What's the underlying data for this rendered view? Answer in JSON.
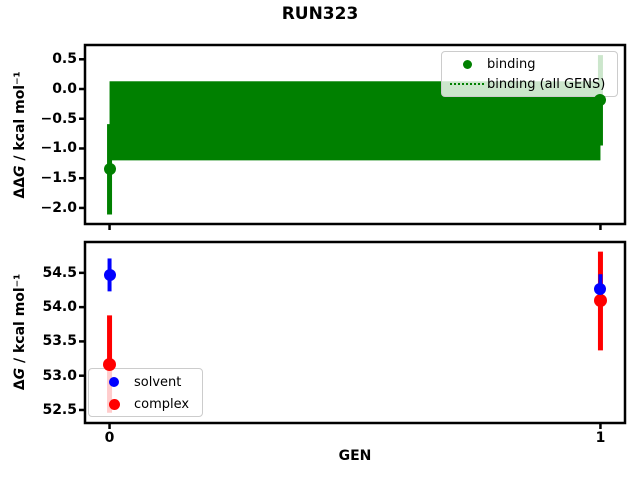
{
  "title": "RUN323",
  "xlabel": "GEN",
  "background_color": "#ffffff",
  "colors": {
    "binding": "#008000",
    "solvent": "#0000ff",
    "complex": "#ff0000",
    "axes": "#000000",
    "legend_border": "#cccccc"
  },
  "chart_data": [
    {
      "type": "scatter",
      "panel": "top",
      "ylabel": "ΔΔG / kcal mol⁻¹",
      "ylabel_parts": {
        "prefix": "ΔΔ",
        "symbol": "G",
        "suffix": " / kcal mol⁻¹"
      },
      "xlim": [
        -0.05,
        1.05
      ],
      "ylim": [
        -2.27,
        0.74
      ],
      "grid": false,
      "yticks": [
        {
          "value": 0.5,
          "label": "0.5"
        },
        {
          "value": 0.0,
          "label": "0.0"
        },
        {
          "value": -0.5,
          "label": "−0.5"
        },
        {
          "value": -1.0,
          "label": "−1.0"
        },
        {
          "value": -1.5,
          "label": "−1.5"
        },
        {
          "value": -2.0,
          "label": "−2.0"
        }
      ],
      "xticks": [
        {
          "value": 0,
          "label": ""
        },
        {
          "value": 1,
          "label": ""
        }
      ],
      "series": [
        {
          "name": "binding",
          "color": "#008000",
          "marker": "circle",
          "marker_size": 12,
          "line_width": 5,
          "points": [
            {
              "x": 0,
              "y": -1.35,
              "yerr": 0.76
            },
            {
              "x": 1,
              "y": -0.19,
              "yerr": 0.76
            }
          ]
        }
      ],
      "band": {
        "name": "binding (all GENS)",
        "color": "#008000",
        "line_style": "dotted",
        "x_start": 0,
        "x_end": 1,
        "y_low": -1.2,
        "y_high": 0.13
      },
      "legend": {
        "position": "upper right",
        "entries": [
          {
            "label": "binding",
            "handle": "circle",
            "color": "#008000"
          },
          {
            "label": "binding (all GENS)",
            "handle": "dotted-line",
            "color": "#008000"
          }
        ]
      }
    },
    {
      "type": "scatter",
      "panel": "bottom",
      "ylabel": "ΔG / kcal mol⁻¹",
      "ylabel_parts": {
        "prefix": "Δ",
        "symbol": "G",
        "suffix": " / kcal mol⁻¹"
      },
      "xlim": [
        -0.05,
        1.05
      ],
      "ylim": [
        52.31,
        54.95
      ],
      "grid": false,
      "yticks": [
        {
          "value": 54.5,
          "label": "54.5"
        },
        {
          "value": 54.0,
          "label": "54.0"
        },
        {
          "value": 53.5,
          "label": "53.5"
        },
        {
          "value": 53.0,
          "label": "53.0"
        },
        {
          "value": 52.5,
          "label": "52.5"
        }
      ],
      "xticks": [
        {
          "value": 0,
          "label": "0"
        },
        {
          "value": 1,
          "label": "1"
        }
      ],
      "series": [
        {
          "name": "complex",
          "color": "#ff0000",
          "marker": "circle",
          "marker_size": 13,
          "line_width": 5,
          "points": [
            {
              "x": 0,
              "y": 53.17,
              "yerr": 0.71
            },
            {
              "x": 1,
              "y": 54.09,
              "yerr": 0.72
            }
          ]
        },
        {
          "name": "solvent",
          "color": "#0000ff",
          "marker": "circle",
          "marker_size": 12,
          "line_width": 4,
          "points": [
            {
              "x": 0,
              "y": 54.47,
              "yerr": 0.24
            },
            {
              "x": 1,
              "y": 54.27,
              "yerr": 0.21
            }
          ]
        }
      ],
      "legend": {
        "position": "lower left",
        "entries": [
          {
            "label": "solvent",
            "handle": "circle",
            "color": "#0000ff"
          },
          {
            "label": "complex",
            "handle": "circle",
            "color": "#ff0000"
          }
        ]
      }
    }
  ]
}
